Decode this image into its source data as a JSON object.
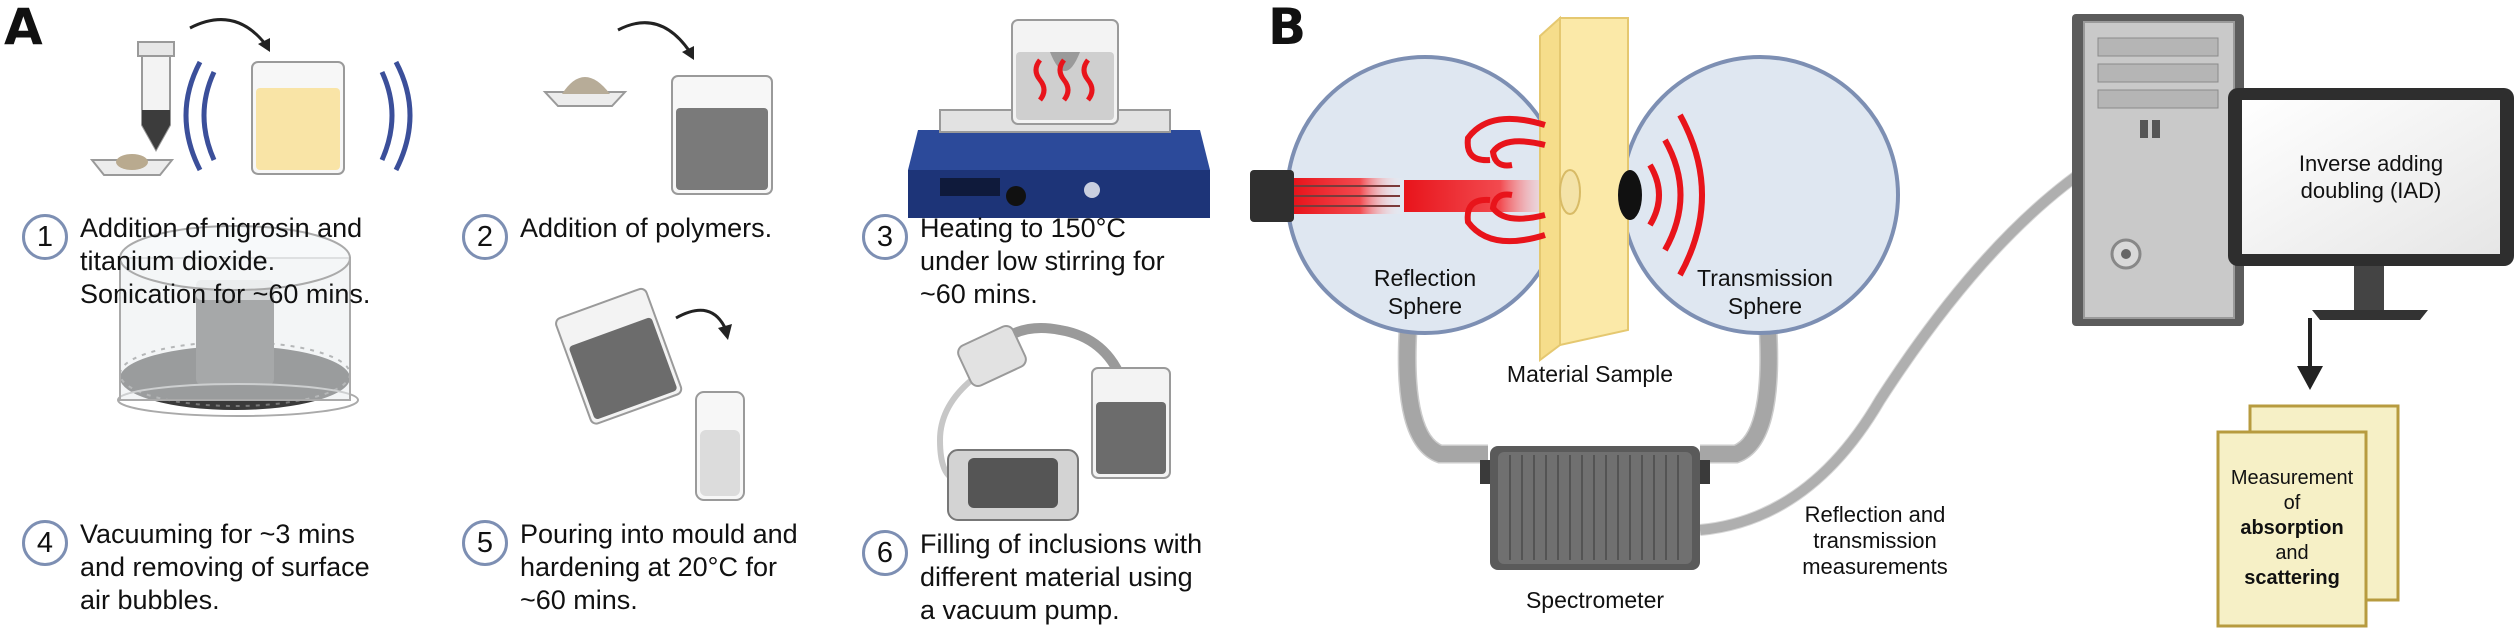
{
  "panels": {
    "a": "A",
    "b": "B"
  },
  "steps": [
    {
      "num": "1",
      "lines": [
        "Addition of nigrosin and",
        "titanium dioxide.",
        "Sonication for ~60 mins."
      ]
    },
    {
      "num": "2",
      "lines": [
        "Addition of polymers."
      ]
    },
    {
      "num": "3",
      "lines": [
        "Heating to 150°C",
        "under low stirring for",
        "~60 mins."
      ]
    },
    {
      "num": "4",
      "lines": [
        "Vacuuming for ~3 mins",
        "and removing of surface",
        "air bubbles."
      ]
    },
    {
      "num": "5",
      "lines": [
        "Pouring into mould and",
        "hardening at 20°C for",
        "~60 mins."
      ]
    },
    {
      "num": "6",
      "lines": [
        "Filling of inclusions with",
        "different material using",
        "a vacuum pump."
      ]
    }
  ],
  "setup": {
    "reflection_sphere": [
      "Reflection",
      "Sphere"
    ],
    "transmission_sphere": [
      "Transmission",
      "Sphere"
    ],
    "material_sample": "Material Sample",
    "spectrometer": "Spectrometer",
    "measurements": [
      "Reflection and",
      "transmission",
      "measurements"
    ],
    "monitor_text": [
      "Inverse adding",
      "doubling (IAD)"
    ],
    "result": {
      "l1": "Measurement",
      "l2": "of",
      "l3": "absorption",
      "l4": "and",
      "l5": "scattering"
    }
  },
  "colors": {
    "accent_blue": "#3b4f9a",
    "laser_red": "#e8141b",
    "sample_yellow": "#fbe9a8",
    "paper_yellow": "#f6f0c6",
    "circle_border": "#7d8fb3"
  }
}
